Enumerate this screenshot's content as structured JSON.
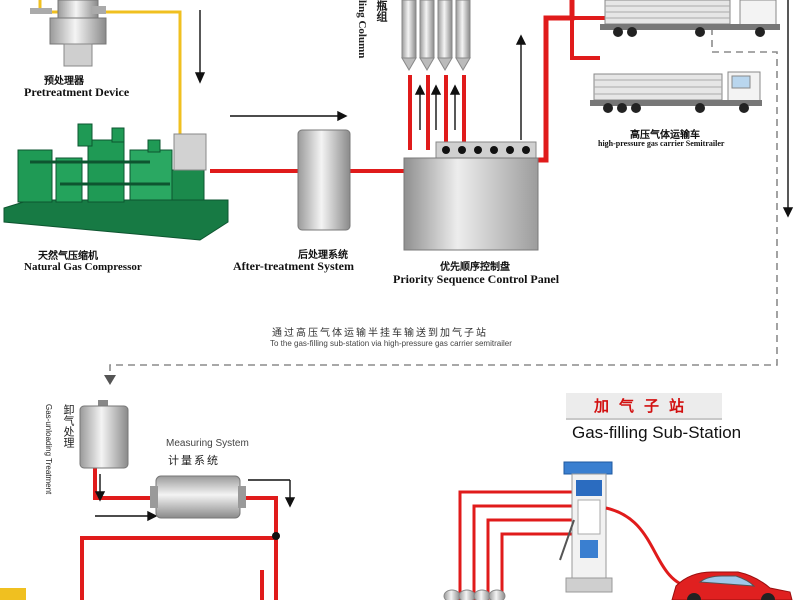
{
  "labels": {
    "pretreatment_zh": "预处理器",
    "pretreatment_en": "Pretreatment Device",
    "compressor_zh": "天然气压缩机",
    "compressor_en": "Natural Gas Compressor",
    "aftertreatment_zh": "后处理系统",
    "aftertreatment_en": "After-treatment System",
    "control_panel_zh": "优先顺序控制盘",
    "control_panel_en": "Priority Sequence Control Panel",
    "column_zh": "瓶组",
    "column_en": "ling Column",
    "carrier_zh": "高压气体运输车",
    "carrier_en": "high-pressure gas carrier Semitrailer",
    "transfer_zh": "通过高压气体运输半挂车输送到加气子站",
    "transfer_en": "To the gas-filling sub-station via high-pressure gas carrier semitrailer",
    "unloading_zh": "卸气处理",
    "unloading_en": "Gas-unloading Treatment",
    "measuring_en": "Measuring System",
    "measuring_zh": "计量系统",
    "substation_zh": "加气子站",
    "substation_en": "Gas-filling Sub-Station"
  },
  "colors": {
    "pipe_red": "#e01b1b",
    "pipe_yellow": "#f0c020",
    "dash_gray": "#8c8c8c",
    "substation_red": "#d21010",
    "equipment_green": "#1f9a55",
    "car_red": "#e02020"
  }
}
